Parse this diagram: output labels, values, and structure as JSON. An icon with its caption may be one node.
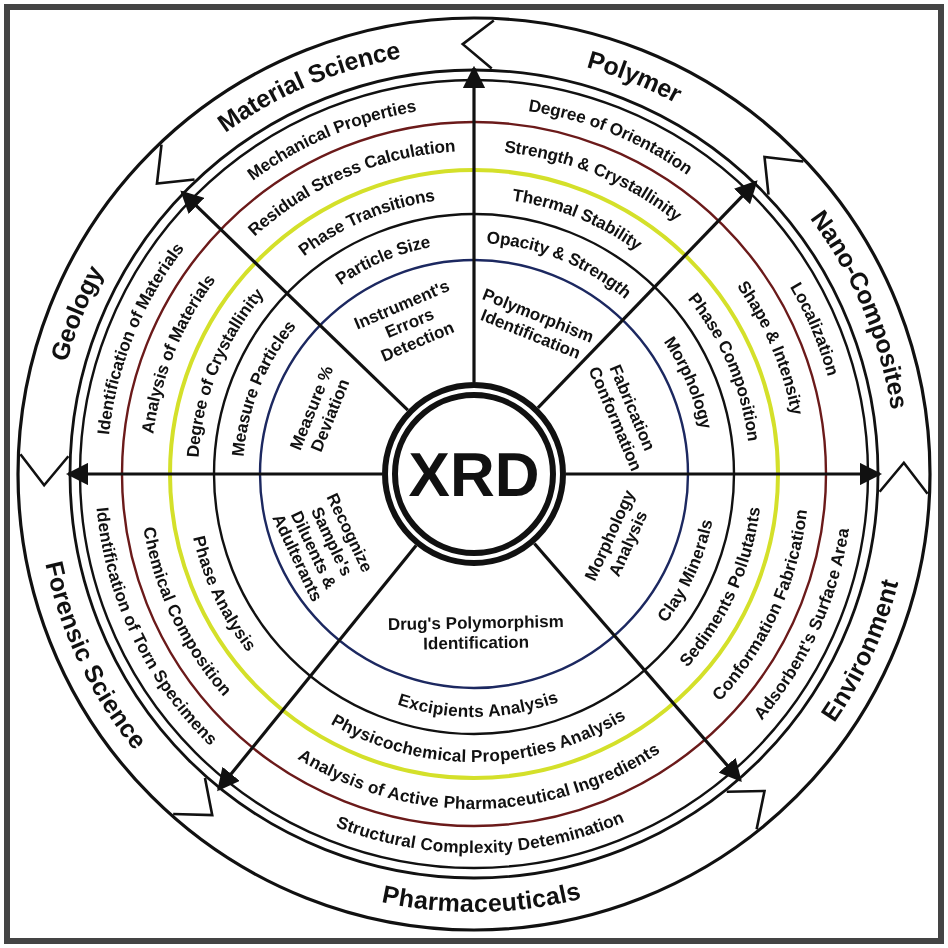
{
  "diagram": {
    "nodes": [
      {
        "text": [
          "XRD"
        ]
      },
      {
        "text": [],
        "shape": "chevron"
      },
      {
        "text": [],
        "shape": "chevron"
      },
      {
        "text": [],
        "shape": "chevron"
      },
      {
        "text": [],
        "shape": "chevron"
      },
      {
        "text": [],
        "shape": "chevron"
      },
      {
        "text": [],
        "shape": "chevron"
      },
      {
        "text": [],
        "shape": "chevron"
      }
    ],
    "edges": [
      {
        "from": 0,
        "to": 4,
        "arrow": "to"
      },
      {
        "from": 0,
        "to": 5,
        "arrow": "to"
      },
      {
        "from": 0,
        "to": 7,
        "arrow": "to"
      },
      {
        "from": 0,
        "to": 6,
        "arrow": "to"
      },
      {
        "from": 0,
        "to": 3,
        "arrow": "to"
      },
      {
        "from": 0,
        "to": 1,
        "arrow": "to"
      },
      {
        "from": 0,
        "to": 2,
        "arrow": "to"
      }
    ],
    "labels": [
      "Material Science",
      "Mechanical Properties",
      "Residual Stress Calculation",
      "Phase Transitions",
      "Particle Size",
      "Instrument's Errors Detection",
      "Polymer",
      "Degree of Orientation",
      "Strength & Crystallinity",
      "Thermal Stability",
      "Opacity & Strength",
      "Polymorphism Identification",
      "Fabrication Conformation",
      "Morphology",
      "Phase Composition",
      "Shape & Intensity",
      "Localization",
      "Nano-Composites",
      "Morphology Analysis",
      "Clay Minerals",
      "Sediments Pollutants",
      "Conformation Fabrication",
      "Adsorbent's Surface Area",
      "Environment",
      "Pharmaceuticals",
      "Structural Complexity Detemination",
      "Analysis of Active Pharmaceutical Ingredients",
      "Physicochemical Properties Analysis",
      "Excipients Analysis",
      "Drug's Polymorphism Identification",
      "Forensic Science",
      "Identification of Torn Specimens",
      "Chemical Composition",
      "Phase Analysis",
      "Recognize Sample's Diluents & Adulterants",
      "Geology",
      "Identification of Materials",
      "Analysis of Materials",
      "Degree of Crystallinity",
      "Measure Particles",
      "Measure % Deviation"
    ]
  }
}
